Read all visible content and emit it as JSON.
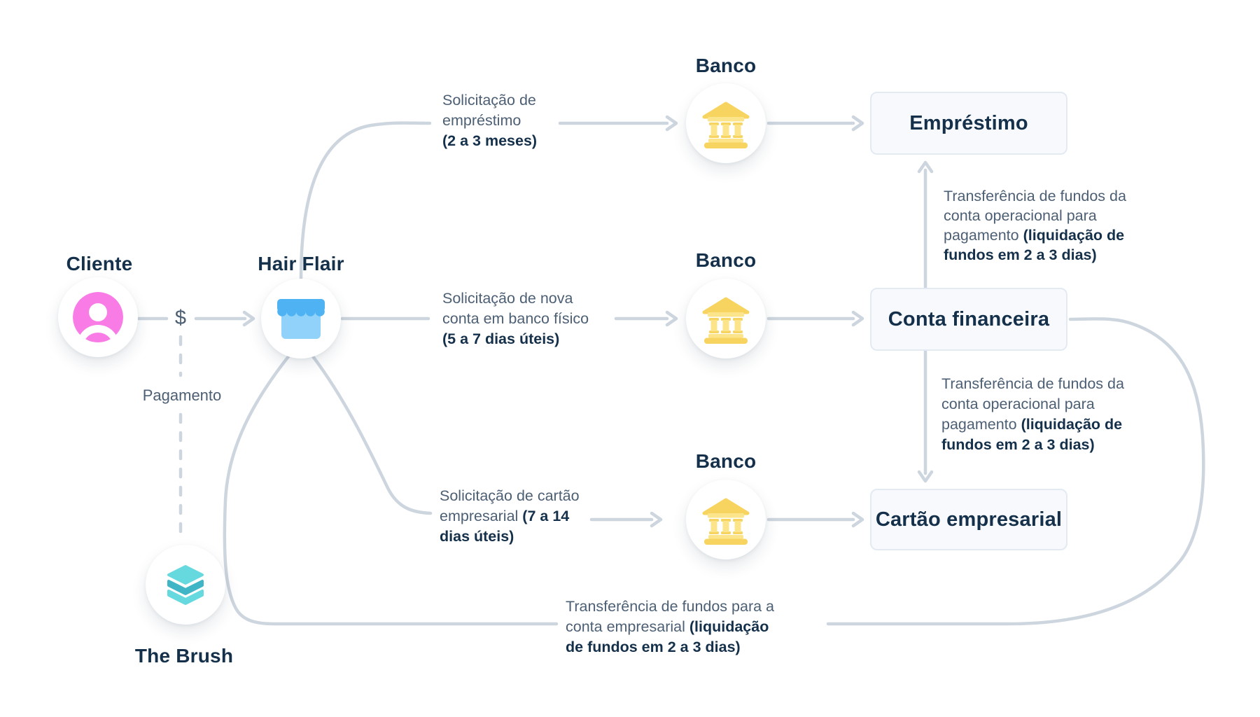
{
  "entities": {
    "cliente": {
      "label": "Cliente",
      "icon": "person-icon"
    },
    "hair_flair": {
      "label": "Hair Flair",
      "icon": "storefront-icon"
    },
    "banco_top": {
      "label": "Banco",
      "icon": "bank-icon"
    },
    "banco_mid": {
      "label": "Banco",
      "icon": "bank-icon"
    },
    "banco_bottom": {
      "label": "Banco",
      "icon": "bank-icon"
    },
    "the_brush": {
      "label": "The Brush",
      "icon": "layers-icon"
    }
  },
  "boxes": {
    "emprestimo": {
      "label": "Empréstimo"
    },
    "conta_financeira": {
      "label": "Conta financeira"
    },
    "cartao_empresarial": {
      "label": "Cartão empresarial"
    }
  },
  "edges": {
    "payment_symbol": "$",
    "payment_label": "Pagamento",
    "loan_request": [
      [
        {
          "t": "Solicitação de"
        }
      ],
      [
        {
          "t": "empréstimo"
        }
      ],
      [
        {
          "t": "(2 a 3 meses)",
          "b": true
        }
      ]
    ],
    "account_request": [
      [
        {
          "t": "Solicitação de nova"
        }
      ],
      [
        {
          "t": "conta em banco físico"
        }
      ],
      [
        {
          "t": "(5 a 7 dias úteis)",
          "b": true
        }
      ]
    ],
    "card_request": [
      [
        {
          "t": "Solicitação de cartão"
        }
      ],
      [
        {
          "t": "empresarial "
        },
        {
          "t": "(7 a 14",
          "b": true
        }
      ],
      [
        {
          "t": "dias úteis)",
          "b": true
        }
      ]
    ],
    "transfer_operational": [
      [
        {
          "t": "Transferência de fundos da"
        }
      ],
      [
        {
          "t": "conta operacional para"
        }
      ],
      [
        {
          "t": "pagamento "
        },
        {
          "t": "(liquidação de",
          "b": true
        }
      ],
      [
        {
          "t": "fundos em 2 a 3 dias)",
          "b": true
        }
      ]
    ],
    "transfer_business": [
      [
        {
          "t": "Transferência de fundos para a"
        }
      ],
      [
        {
          "t": "conta empresarial "
        },
        {
          "t": "(liquidação",
          "b": true
        }
      ],
      [
        {
          "t": "de fundos em 2 a 3 dias)",
          "b": true
        }
      ]
    ]
  },
  "colors": {
    "background": "#FFFFFF",
    "navy_text": "#14304A",
    "slate_text": "#4C5F74",
    "wire": "#CDD5DE",
    "box_bg": "#F7F9FC",
    "box_border": "#E4EAF2",
    "person_pink": "#F97CE6",
    "storefront_blue": "#4FB3F3",
    "storefront_blue_light": "#90D2F9",
    "bank_yellow": "#F7D45F",
    "bank_yellow_light": "#FBE489",
    "layers_teal_light": "#66D9DF",
    "layers_teal_dark": "#3FB5C5"
  }
}
